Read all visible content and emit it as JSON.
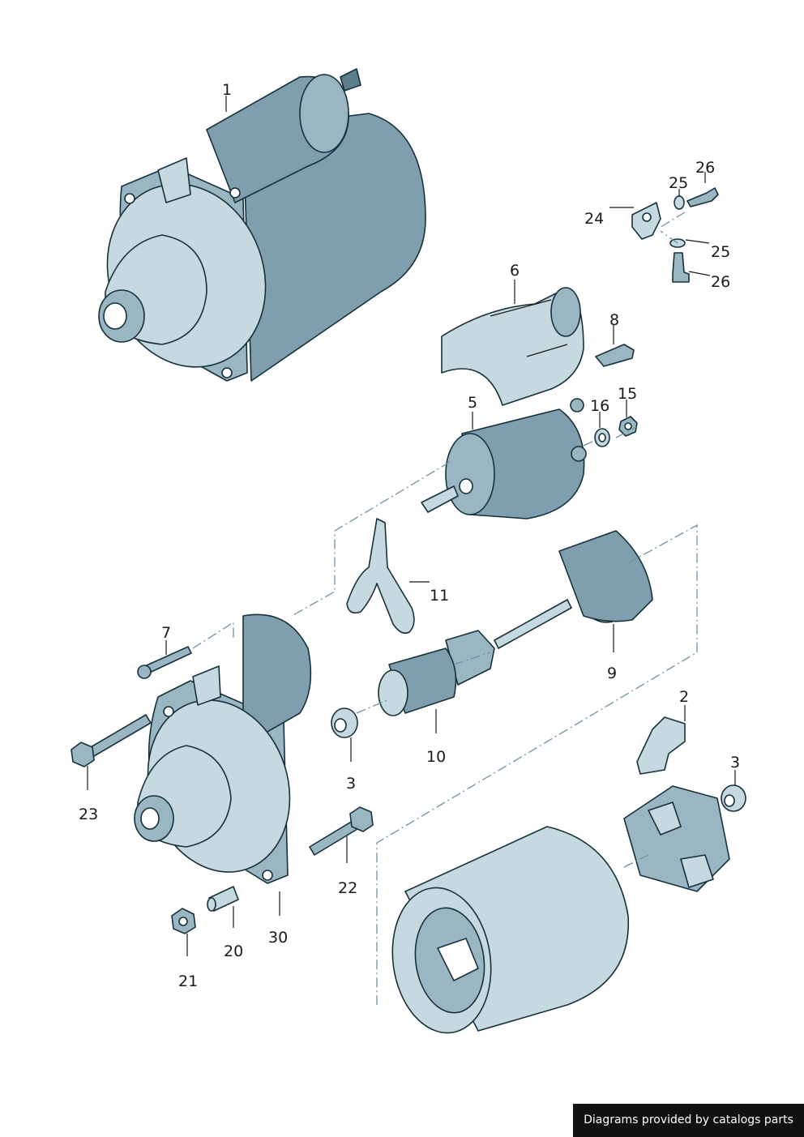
{
  "callouts": [
    {
      "id": "p1",
      "label": "1"
    },
    {
      "id": "p2",
      "label": "2"
    },
    {
      "id": "p3a",
      "label": "3"
    },
    {
      "id": "p3b",
      "label": "3"
    },
    {
      "id": "p5",
      "label": "5"
    },
    {
      "id": "p6",
      "label": "6"
    },
    {
      "id": "p7",
      "label": "7"
    },
    {
      "id": "p8",
      "label": "8"
    },
    {
      "id": "p9",
      "label": "9"
    },
    {
      "id": "p10",
      "label": "10"
    },
    {
      "id": "p11",
      "label": "11"
    },
    {
      "id": "p15",
      "label": "15"
    },
    {
      "id": "p16",
      "label": "16"
    },
    {
      "id": "p20",
      "label": "20"
    },
    {
      "id": "p21",
      "label": "21"
    },
    {
      "id": "p22",
      "label": "22"
    },
    {
      "id": "p23",
      "label": "23"
    },
    {
      "id": "p24",
      "label": "24"
    },
    {
      "id": "p25a",
      "label": "25"
    },
    {
      "id": "p25b",
      "label": "25"
    },
    {
      "id": "p26a",
      "label": "26"
    },
    {
      "id": "p26b",
      "label": "26"
    },
    {
      "id": "p30",
      "label": "30"
    }
  ],
  "credit": "Diagrams provided by catalogs parts"
}
